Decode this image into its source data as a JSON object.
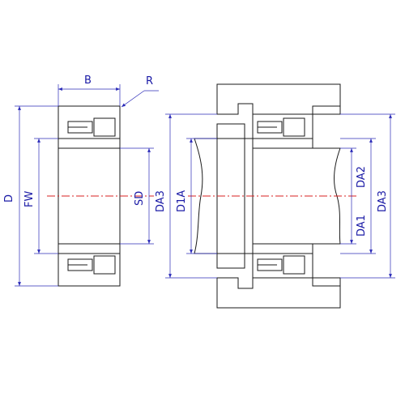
{
  "labels": {
    "b": "B",
    "r": "R",
    "d": "D",
    "fw": "FW",
    "sd": "SD",
    "da3_left": "DA3",
    "d1a": "D1A",
    "da1": "DA1",
    "da2": "DA2",
    "da3_right": "DA3"
  },
  "colors": {
    "line": "#1a1a1a",
    "hatch": "#2b2bb8",
    "dimension": "#2b2bb8",
    "centerline": "#d92020",
    "text": "#1a1aa6"
  }
}
